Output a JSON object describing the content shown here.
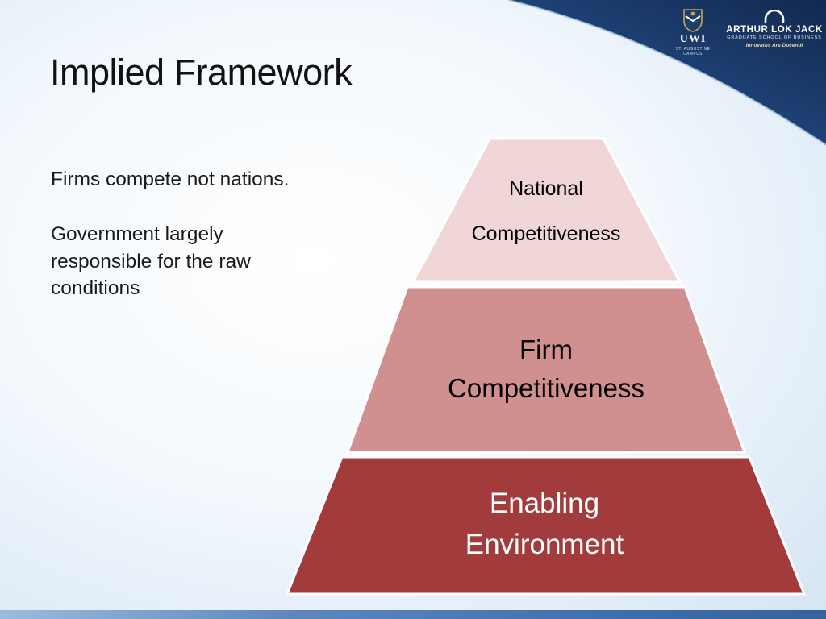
{
  "slide": {
    "title": "Implied Framework",
    "body": {
      "para1": "Firms compete not nations.",
      "para2": "Government largely responsible for the raw conditions"
    },
    "pyramid": {
      "levels": [
        {
          "line1": "National",
          "line2": "Competitiveness",
          "color": "#f0d6d6",
          "text_color": "#000000"
        },
        {
          "line1": "Firm",
          "line2": "Competitiveness",
          "color": "#d19090",
          "text_color": "#000000"
        },
        {
          "line1": "Enabling",
          "line2": "Environment",
          "color": "#a23c3c",
          "text_color": "#ffffff"
        }
      ]
    },
    "logos": {
      "uwi": {
        "name": "UWI",
        "subtext": "ST. AUGUSTINE CAMPUS"
      },
      "lokjack": {
        "line1": "ARTHUR LOK JACK",
        "line2": "GRADUATE SCHOOL OF BUSINESS",
        "line3": "Innovatus Ars Docendi"
      }
    },
    "colors": {
      "corner_dark": "#12294f",
      "corner_light": "#38679f",
      "edge_line": "#a9c9e8",
      "bottom_bar": "#3f6fa9"
    }
  }
}
